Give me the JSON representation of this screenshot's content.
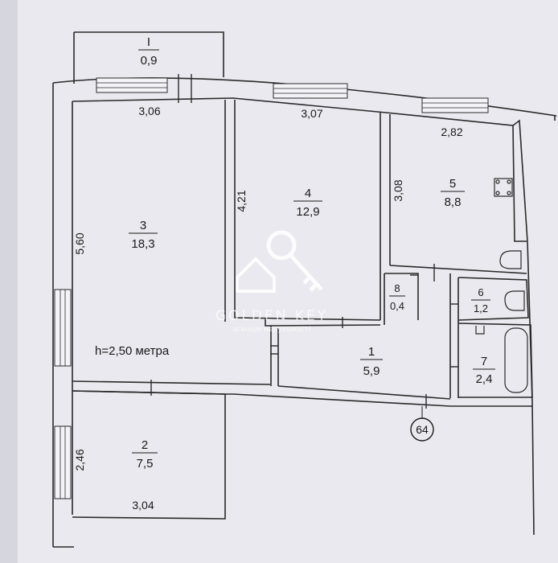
{
  "plan": {
    "ceiling_height": "h=2,50 метра",
    "building_number": "64",
    "rooms": [
      {
        "number": "I",
        "area": "0,9"
      },
      {
        "number": "3",
        "area": "18,3"
      },
      {
        "number": "4",
        "area": "12,9"
      },
      {
        "number": "5",
        "area": "8,8"
      },
      {
        "number": "8",
        "area": "0,4"
      },
      {
        "number": "1",
        "area": "5,9"
      },
      {
        "number": "6",
        "area": "1,2"
      },
      {
        "number": "7",
        "area": "2,4"
      },
      {
        "number": "2",
        "area": "7,5"
      }
    ],
    "dimensions": {
      "room3_width": "3,06",
      "room4_width": "3,07",
      "room5_width": "2,82",
      "room3_length": "5,60",
      "room4_depth": "4,21",
      "room5_depth": "3,08",
      "room2_length": "2,46",
      "room2_width": "3,04"
    }
  },
  "watermark": {
    "brand": "GOLDEN KEY",
    "tagline": "агенція нерухомості"
  }
}
